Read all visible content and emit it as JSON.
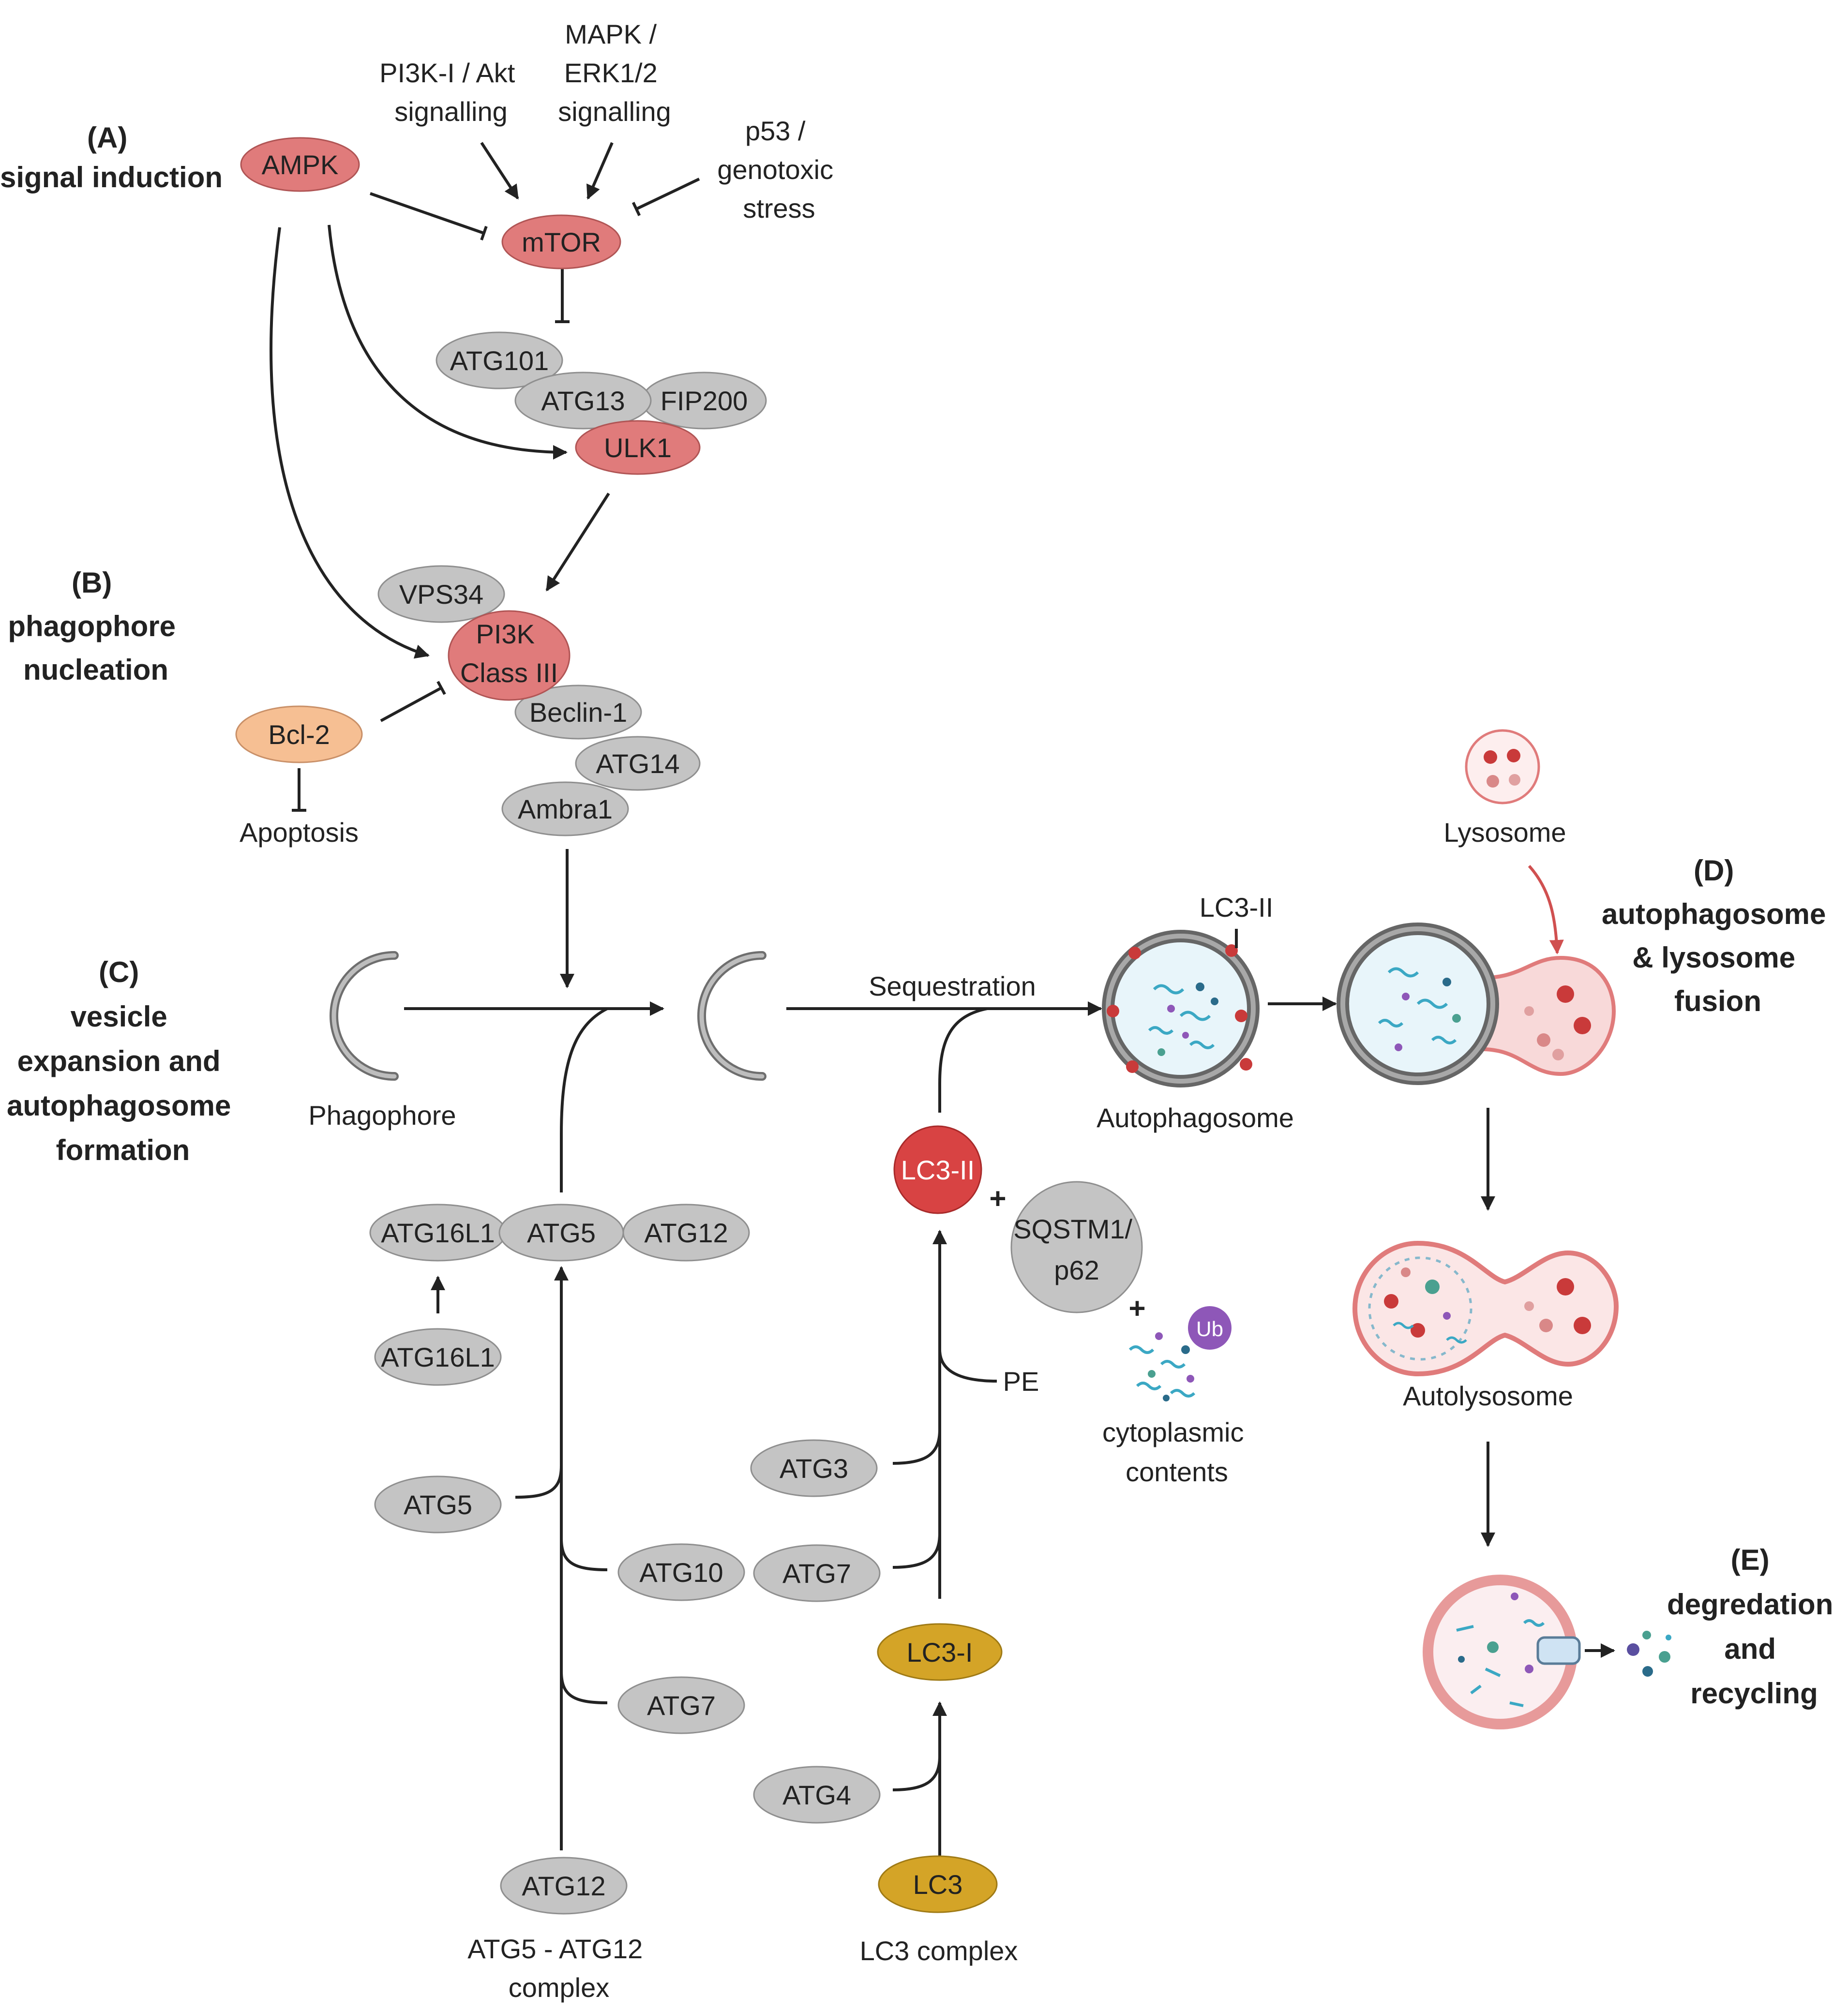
{
  "colors": {
    "red": "#e07b7b",
    "gray": "#c4c4c4",
    "orange": "#f6bf93",
    "gold": "#d4a427",
    "lc3ii": "#d84343",
    "purple": "#8e57b8",
    "membrane": "#e07b7b",
    "stroke": "#222222"
  },
  "sections": {
    "a": [
      "(A)",
      "signal induction"
    ],
    "b": [
      "(B)",
      "phagophore",
      "nucleation"
    ],
    "c": [
      "(C)",
      "vesicle",
      "expansion and",
      "autophagosome",
      "formation"
    ],
    "d": [
      "(D)",
      "autophagosome",
      "& lysosome",
      "fusion"
    ],
    "e": [
      "(E)",
      "degredation",
      "and",
      "recycling"
    ]
  },
  "signals": {
    "pi3k_akt": [
      "PI3K-I / Akt",
      "signalling"
    ],
    "mapk": [
      "MAPK /",
      "ERK1/2",
      "signalling"
    ],
    "p53": [
      "p53 /",
      "genotoxic",
      "stress"
    ]
  },
  "nodes": {
    "ampk": "AMPK",
    "mtor": "mTOR",
    "atg101": "ATG101",
    "atg13": "ATG13",
    "fip200": "FIP200",
    "ulk1": "ULK1",
    "vps34": "VPS34",
    "pi3k": [
      "PI3K",
      "Class III"
    ],
    "beclin": "Beclin-1",
    "atg14": "ATG14",
    "ambra1": "Ambra1",
    "bcl2": "Bcl-2",
    "atg16l1_top": "ATG16L1",
    "atg5_top": "ATG5",
    "atg12_top": "ATG12",
    "atg16l1_low": "ATG16L1",
    "atg5_low": "ATG5",
    "atg10": "ATG10",
    "atg7_left": "ATG7",
    "atg12_low": "ATG12",
    "lc3ii": "LC3-II",
    "sqstm1": [
      "SQSTM1/",
      "p62"
    ],
    "atg3": "ATG3",
    "atg7_right": "ATG7",
    "lc3i": "LC3-I",
    "atg4": "ATG4",
    "lc3": "LC3",
    "ub": "Ub"
  },
  "labels": {
    "apoptosis": "Apoptosis",
    "phagophore": "Phagophore",
    "sequestration": "Sequestration",
    "lc3ii_marker": "LC3-II",
    "autophagosome": "Autophagosome",
    "lysosome": "Lysosome",
    "autolysosome": "Autolysosome",
    "pe": "PE",
    "plus": "+",
    "cytoplasmic": [
      "cytoplasmic",
      "contents"
    ],
    "atg5_atg12_complex": [
      "ATG5 - ATG12",
      "complex"
    ],
    "lc3_complex": "LC3 complex"
  }
}
